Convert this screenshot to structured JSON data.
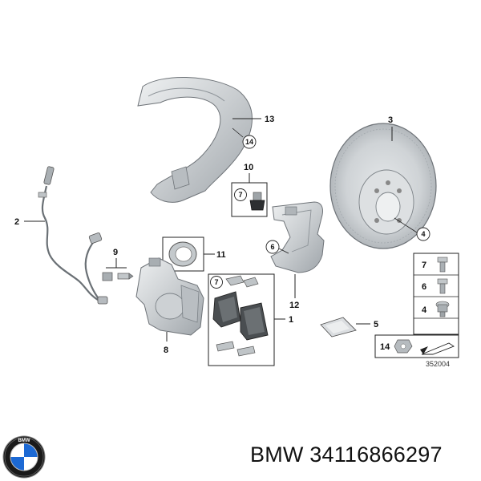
{
  "diagram": {
    "id": "352004",
    "parts": [
      {
        "key": "p1",
        "number": "1"
      },
      {
        "key": "p2",
        "number": "2"
      },
      {
        "key": "p3",
        "number": "3"
      },
      {
        "key": "p5",
        "number": "5"
      },
      {
        "key": "p8",
        "number": "8"
      },
      {
        "key": "p9",
        "number": "9"
      },
      {
        "key": "p10",
        "number": "10"
      },
      {
        "key": "p11",
        "number": "11"
      },
      {
        "key": "p12",
        "number": "12"
      },
      {
        "key": "p13",
        "number": "13"
      }
    ],
    "circled_labels": {
      "c14_shield": "14",
      "c7_bolt": "7",
      "c6_carrier": "6",
      "c4_disc": "4",
      "c7_pads": "7"
    },
    "fastener_panel": [
      "7",
      "6",
      "4",
      "14"
    ]
  },
  "brand": {
    "logo_text": "BMW",
    "caption": "BMW 34116866297"
  },
  "colors": {
    "part_fill": "#d4d8db",
    "part_stroke": "#6e7378",
    "line": "#222222",
    "logo_blue": "#1c69d4"
  }
}
